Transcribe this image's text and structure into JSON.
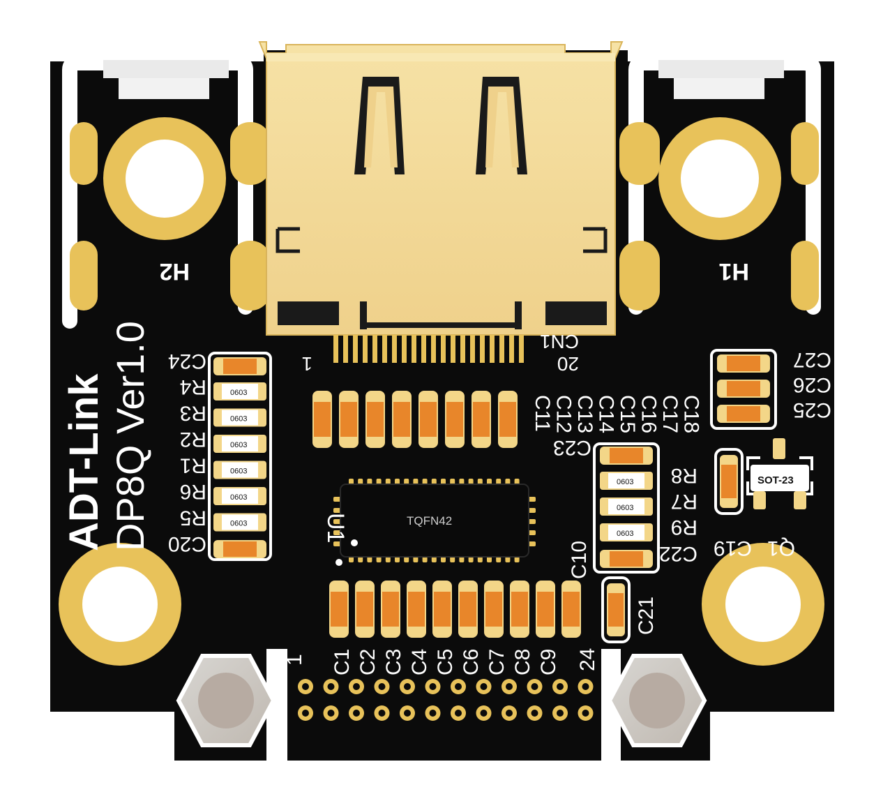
{
  "board": {
    "brand": "ADT-Link",
    "model": "DP8Q Ver1.0",
    "colors": {
      "pcb": "#0b0b0b",
      "gold": "#e8c25a",
      "silkscreen": "#ffffff",
      "cap": "#e8862a",
      "pad": "#f3d688"
    }
  },
  "mounting_holes": {
    "top_left": "H2",
    "top_right": "H1"
  },
  "connector": {
    "ref": "CN1",
    "pin_first": "1",
    "pin_last": "20"
  },
  "chip": {
    "ref": "U1",
    "package": "TQFN42"
  },
  "left_column": {
    "top": "C24",
    "resistors": [
      "R4",
      "R3",
      "R2",
      "R1",
      "R6",
      "R5"
    ],
    "bottom": "C20",
    "package": "0603"
  },
  "top_caps_labels": [
    "C11",
    "C12",
    "C13",
    "C14",
    "C15",
    "C16",
    "C17",
    "C18"
  ],
  "right_top_caps": [
    "C27",
    "C26",
    "C25"
  ],
  "mid_right": {
    "cap_top": "C23",
    "resistors": [
      "R8",
      "R7",
      "R9"
    ],
    "cap_bottom": "C22",
    "c10": "C10",
    "c21": "C21"
  },
  "transistor": {
    "ref": "Q1",
    "package": "SOT-23",
    "cap": "C19"
  },
  "bottom_caps_labels": [
    "C1",
    "C2",
    "C3",
    "C4",
    "C5",
    "C6",
    "C7",
    "C8",
    "C9"
  ],
  "header": {
    "pin_first": "1",
    "pin_last": "24"
  }
}
